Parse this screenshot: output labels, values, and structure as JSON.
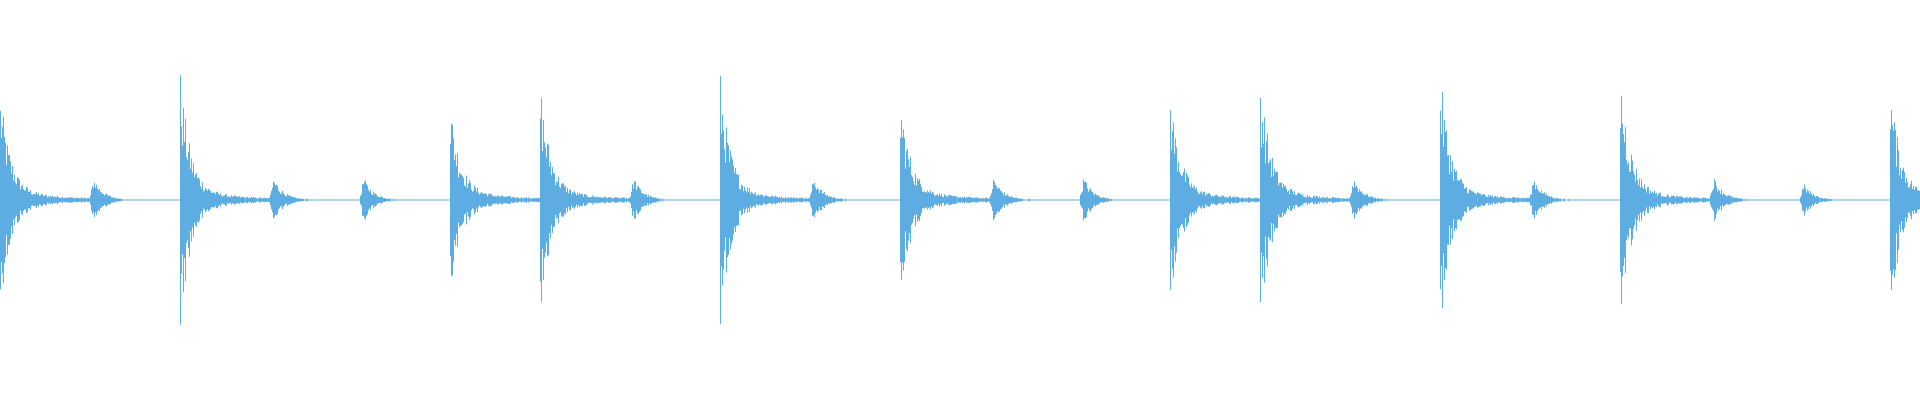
{
  "waveform": {
    "color": "#5dade2",
    "background": "#ffffff",
    "events": [
      {
        "t": 0.0,
        "amp": 1.0,
        "type": "hit"
      },
      {
        "t": 0.09,
        "amp": 0.22,
        "type": "tail"
      },
      {
        "t": 0.18,
        "amp": 1.2,
        "type": "hit"
      },
      {
        "t": 0.27,
        "amp": 0.22,
        "type": "tail"
      },
      {
        "t": 0.36,
        "amp": 0.22,
        "type": "tail"
      },
      {
        "t": 0.45,
        "amp": 0.9,
        "type": "hit"
      },
      {
        "t": 0.54,
        "amp": 1.1,
        "type": "hit"
      },
      {
        "t": 0.63,
        "amp": 0.22,
        "type": "tail"
      },
      {
        "t": 0.72,
        "amp": 1.18,
        "type": "hit"
      },
      {
        "t": 0.81,
        "amp": 0.22,
        "type": "tail"
      },
      {
        "t": 0.9,
        "amp": 0.98,
        "type": "hit"
      },
      {
        "t": 0.99,
        "amp": 0.22,
        "type": "tail"
      },
      {
        "t": 1.08,
        "amp": 0.22,
        "type": "tail"
      },
      {
        "t": 1.17,
        "amp": 1.0,
        "type": "hit"
      },
      {
        "t": 1.26,
        "amp": 1.18,
        "type": "hit"
      },
      {
        "t": 1.35,
        "amp": 0.22,
        "type": "tail"
      },
      {
        "t": 1.44,
        "amp": 1.2,
        "type": "hit"
      },
      {
        "t": 1.53,
        "amp": 0.22,
        "type": "tail"
      },
      {
        "t": 1.62,
        "amp": 1.24,
        "type": "hit"
      },
      {
        "t": 1.71,
        "amp": 0.22,
        "type": "tail"
      },
      {
        "t": 1.8,
        "amp": 0.16,
        "type": "tail"
      },
      {
        "t": 1.89,
        "amp": 1.1,
        "type": "hit"
      }
    ],
    "duration": 1.92
  }
}
